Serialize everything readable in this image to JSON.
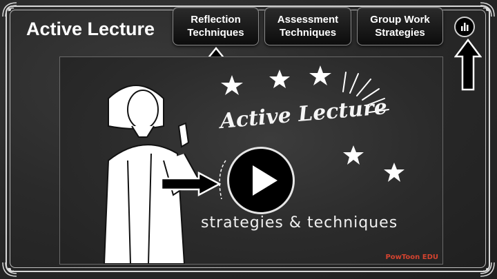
{
  "app": {
    "title": "Active Lecture"
  },
  "nav": {
    "reflection": {
      "line1": "Reflection",
      "line2": "Techniques"
    },
    "assessment": {
      "line1": "Assessment",
      "line2": "Techniques"
    },
    "group_work": {
      "line1": "Group Work",
      "line2": "Strategies"
    },
    "chart_icon": "bar-chart-icon"
  },
  "video": {
    "heading": "Active Lecture",
    "subtitle": "strategies & techniques",
    "play_icon": "play-icon",
    "watermark": "PowToon EDU"
  },
  "colors": {
    "chalkboard": "#2b2b2b",
    "chalk": "#ffffff",
    "button_bg": "#111111",
    "button_border": "#8a8a8a"
  }
}
